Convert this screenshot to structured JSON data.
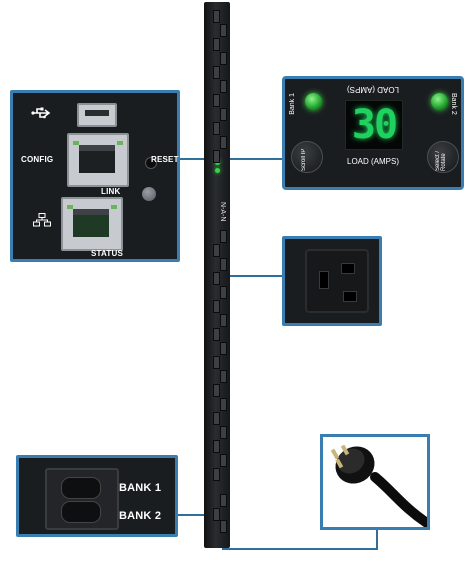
{
  "left_panel": {
    "config_label": "CONFIG",
    "reset_label": "RESET",
    "link_label": "LINK",
    "status_label": "STATUS",
    "usb_icon": "usb-icon",
    "network_icon": "network-icon"
  },
  "display_panel": {
    "bank1_label": "Bank 1",
    "bank2_label": "Bank 2",
    "load_top_label": "LOAD (AMPS)",
    "load_value": "30",
    "load_bottom_label": "LOAD (AMPS)",
    "scroll_label": "Scroll IP",
    "select_label": "Select / Rotate"
  },
  "bank_panel": {
    "bank1_label": "BANK 1",
    "bank2_label": "BANK 2"
  },
  "strip": {
    "label": "N-A-N"
  },
  "colors": {
    "accent_border": "#3a7db1",
    "display_digits": "#1fd25f",
    "panel_bg": "#1a1d20"
  }
}
